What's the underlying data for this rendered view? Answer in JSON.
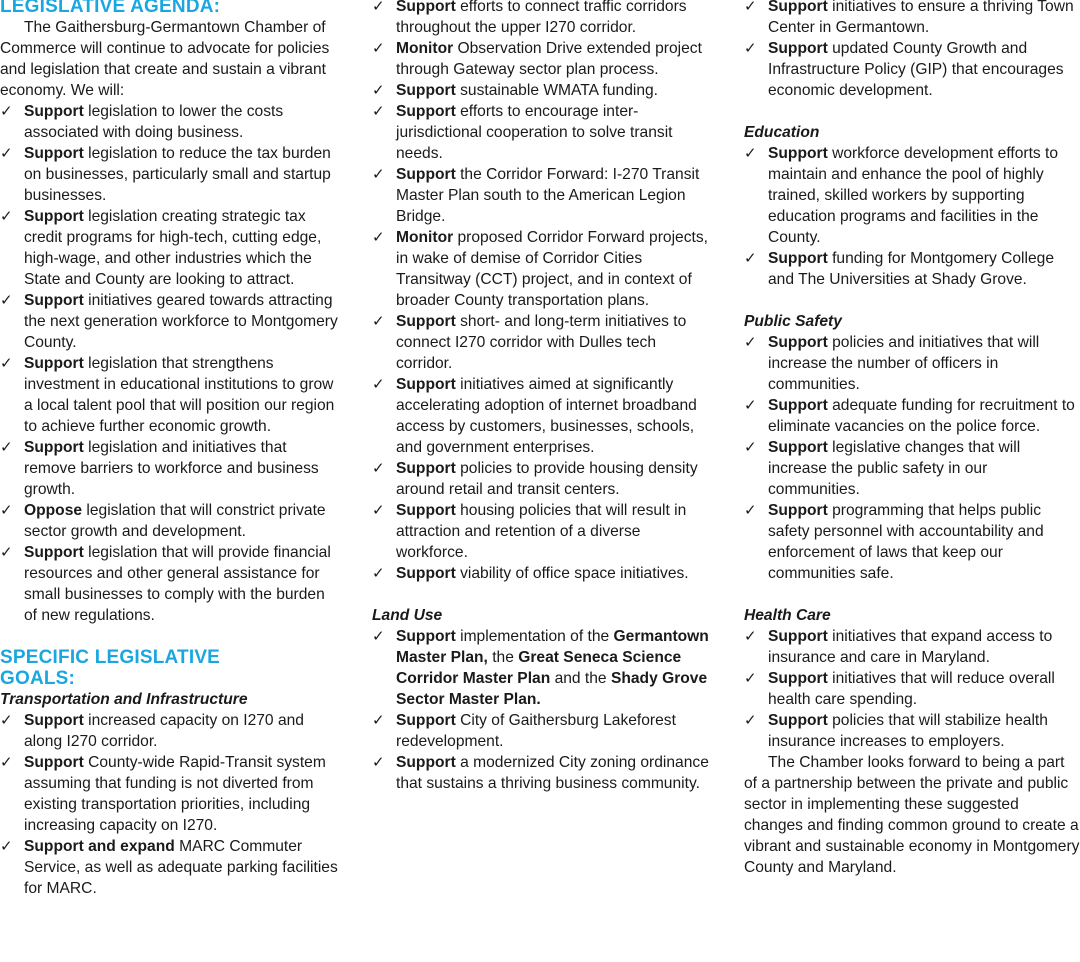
{
  "agenda": {
    "heading": "LEGISLATIVE AGENDA:",
    "intro": "The Gaithersburg-Germantown Chamber of Commerce will continue to advocate for policies and legislation that create and sustain a vibrant economy. We will:",
    "items": [
      {
        "verb": "Support",
        "text": " legislation to lower the costs associated with doing business."
      },
      {
        "verb": "Support",
        "text": " legislation to reduce the tax burden on businesses, particularly small and startup businesses."
      },
      {
        "verb": "Support",
        "text": " legislation creating strategic tax credit programs for high-tech, cutting edge, high-wage, and other industries which the State and County are looking to attract."
      },
      {
        "verb": "Support",
        "text": " initiatives geared towards attracting the next generation workforce to Montgomery County."
      },
      {
        "verb": "Support",
        "text": " legislation that strengthens investment in educational institutions to grow a local talent pool that will position our region to achieve further economic growth."
      },
      {
        "verb": "Support",
        "text": " legislation and initiatives that remove barriers to workforce and business growth."
      },
      {
        "verb": "Oppose",
        "text": " legislation that will constrict private sector growth and development."
      },
      {
        "verb": "Support",
        "text": " legislation that will provide financial resources and other general assistance for small businesses to comply with the burden of new regulations."
      }
    ]
  },
  "goals": {
    "heading_line1": "SPECIFIC LEGISLATIVE",
    "heading_line2": "GOALS:",
    "transportation": {
      "title": "Transportation and Infrastructure",
      "items": [
        {
          "verb": "Support",
          "text": " increased capacity on I270 and along I270 corridor."
        },
        {
          "verb": "Support",
          "text": " County-wide Rapid-Transit system assuming that funding is not diverted from existing transportation priorities, including increasing capacity on I270."
        },
        {
          "verb": "Support and expand",
          "text": " MARC Commuter Service, as well as adequate parking facilities for MARC."
        },
        {
          "verb": "Support",
          "text": " efforts to connect traffic corridors throughout the upper I270 corridor."
        },
        {
          "verb": "Monitor",
          "text": " Observation Drive extended project through Gateway sector plan process."
        },
        {
          "verb": "Support",
          "text": " sustainable WMATA funding."
        },
        {
          "verb": "Support",
          "text": " efforts to encourage inter-jurisdictional cooperation to solve transit needs."
        },
        {
          "verb": "Support",
          "text": " the Corridor Forward: I-270 Transit Master Plan south to the American Legion Bridge."
        },
        {
          "verb": "Monitor",
          "text": " proposed Corridor Forward projects, in wake of demise of Corridor Cities Transitway (CCT) project, and in context of broader County transportation plans."
        },
        {
          "verb": "Support",
          "text": " short- and long-term initiatives to connect I270 corridor with Dulles tech corridor."
        },
        {
          "verb": "Support",
          "text": " initiatives aimed at significantly accelerating adoption of internet broadband access by customers, businesses, schools, and government enterprises."
        },
        {
          "verb": "Support",
          "text": " policies to provide housing density around retail and transit centers."
        },
        {
          "verb": "Support",
          "text": " housing policies that will result in attraction and retention of a diverse workforce."
        },
        {
          "verb": "Support",
          "text": " viability of office space initiatives."
        }
      ]
    },
    "land_use": {
      "title": "Land Use",
      "item1": {
        "verb": "Support",
        "t1": " implementation of the ",
        "b1": "Germantown Master Plan,",
        "t2": " the ",
        "b2": "Great Seneca Science Corridor Master Plan",
        "t3": " and the ",
        "b3": "Shady Grove Sector Master Plan."
      },
      "items": [
        {
          "verb": "Support",
          "text": " City of Gaithersburg Lakeforest redevelopment."
        },
        {
          "verb": "Support",
          "text": " a modernized City zoning ordinance that sustains a thriving business community."
        },
        {
          "verb": "Support",
          "text": " initiatives to ensure a thriving Town Center in Germantown."
        },
        {
          "verb": "Support",
          "text": " updated County Growth and Infrastructure Policy (GIP) that encourages economic development."
        }
      ]
    },
    "education": {
      "title": "Education",
      "items": [
        {
          "verb": "Support",
          "text": " workforce development efforts to maintain and enhance the pool of highly trained, skilled workers by supporting education programs and facilities in the County."
        },
        {
          "verb": " Support",
          "text": " funding for Montgomery College and The Universities at Shady Grove."
        }
      ]
    },
    "public_safety": {
      "title": "Public Safety",
      "items": [
        {
          "verb": "Support",
          "text": " policies and initiatives that will increase the number of officers in communities."
        },
        {
          "verb": "Support",
          "text": " adequate funding for recruitment to eliminate vacancies on the police force."
        },
        {
          "verb": " Support",
          "text": " legislative changes that will increase the public safety in our communities."
        },
        {
          "verb": "Support",
          "text": " programming that helps public safety personnel with accountability and enforcement of laws that keep our communities safe."
        }
      ]
    },
    "health_care": {
      "title": "Health Care",
      "items": [
        {
          "verb": "Support",
          "text": " initiatives that expand access to insurance and care in Maryland."
        },
        {
          "verb": "Support",
          "text": " initiatives that will reduce overall health care spending."
        },
        {
          "verb": "Support",
          "text": " policies that will stabilize health insurance increases to employers."
        }
      ]
    },
    "closing": "The Chamber looks forward to being a part of a partnership between the private and public sector in implementing these suggested changes and finding common ground to create a vibrant and sustainable economy in Montgomery County and Maryland."
  },
  "icons": {
    "check": "✓",
    "check_icon_name": "checkmark-icon"
  },
  "colors": {
    "heading": "#1aa7e0",
    "text": "#1a1a1a"
  }
}
